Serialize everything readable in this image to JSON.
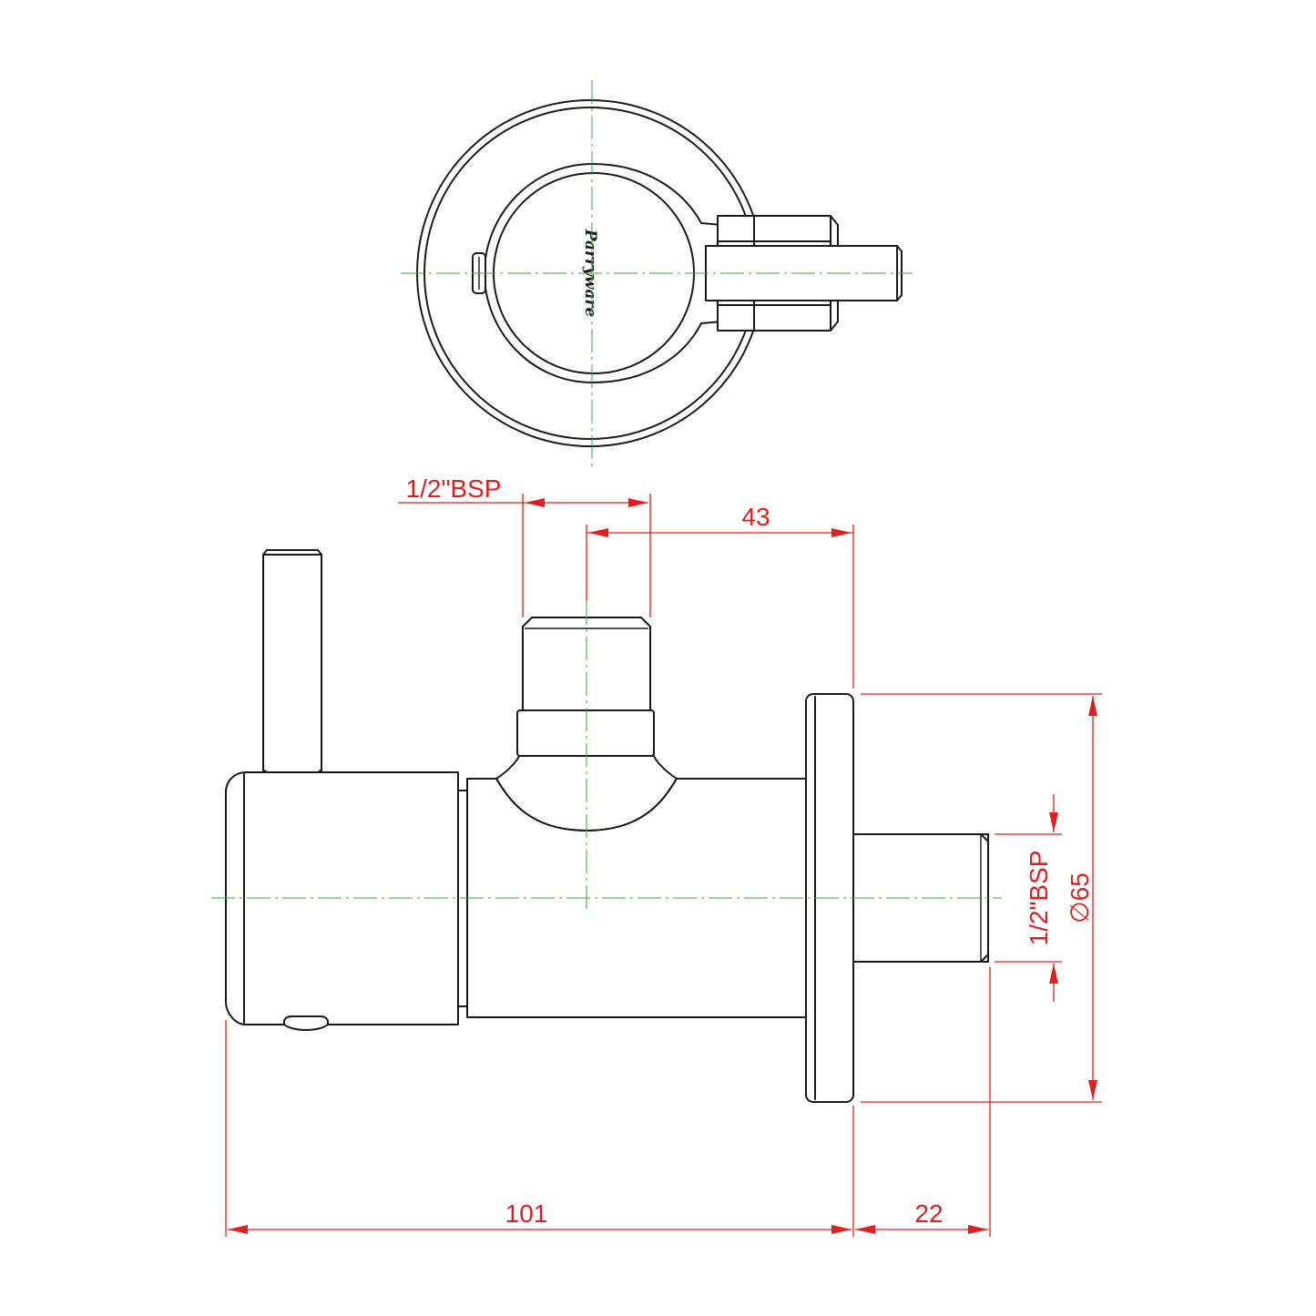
{
  "brand": "Parryware",
  "dimensions": {
    "inlet_thread_top": "1/2\"BSP",
    "offset_43": "43",
    "outlet_thread_side": "1/2\"BSP",
    "flange_diameter": "∅65",
    "overall_length": "101",
    "spigot_length": "22"
  },
  "colors": {
    "outline": "#1a1a1a",
    "centerline": "#3aa83a",
    "dimension": "#e02020"
  }
}
